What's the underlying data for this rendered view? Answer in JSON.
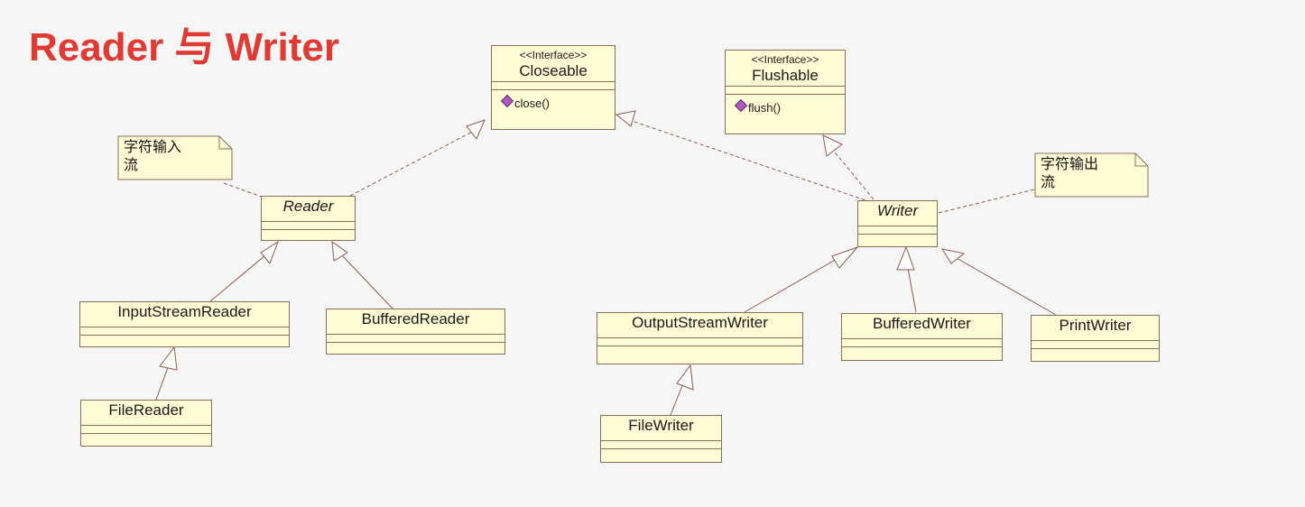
{
  "title": "Reader 与 Writer",
  "interfaces": {
    "closeable": {
      "stereotype": "<<Interface>>",
      "name": "Closeable",
      "operation": "close()"
    },
    "flushable": {
      "stereotype": "<<Interface>>",
      "name": "Flushable",
      "operation": "flush()"
    }
  },
  "classes": {
    "reader": "Reader",
    "writer": "Writer",
    "input_stream_reader": "InputStreamReader",
    "buffered_reader": "BufferedReader",
    "file_reader": "FileReader",
    "output_stream_writer": "OutputStreamWriter",
    "buffered_writer": "BufferedWriter",
    "print_writer": "PrintWriter",
    "file_writer": "FileWriter"
  },
  "notes": {
    "reader_note": "字符输入\n流",
    "writer_note": "字符输出\n流"
  },
  "colors": {
    "title": "#e03a33",
    "class_fill": "#fefcd5",
    "class_border": "#8a6d5a",
    "operation_icon": "#b35ac2"
  }
}
